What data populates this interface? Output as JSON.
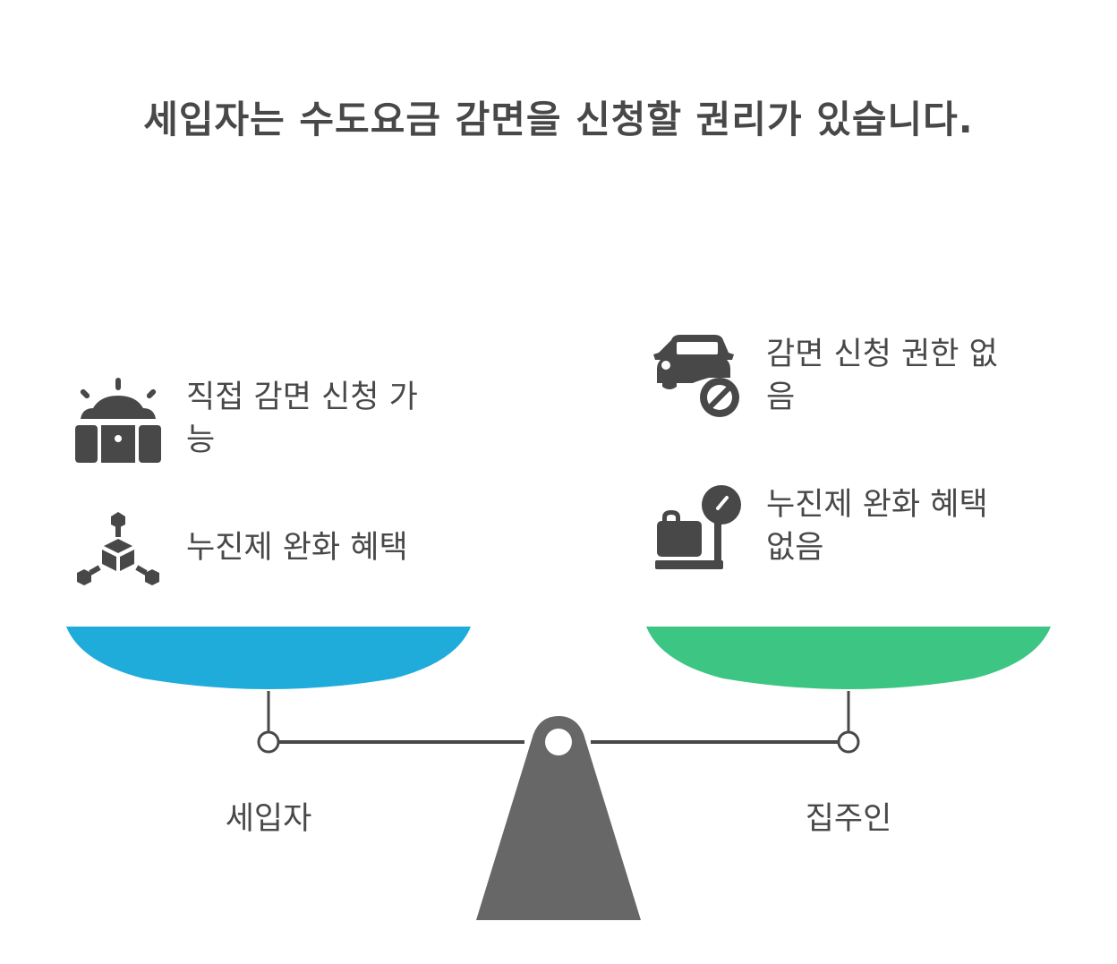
{
  "title": "세입자는 수도요금 감면을 신청할 권리가 있습니다.",
  "colors": {
    "left_pan": "#20ACDA",
    "right_pan": "#3DC683",
    "fulcrum": "#676767",
    "text": "#484848",
    "beam": "#484848"
  },
  "left_side": {
    "label": "세입자",
    "items": [
      {
        "icon": "treasure-chest-icon",
        "text": "직접 감면 신청 가\n능"
      },
      {
        "icon": "network-cube-icon",
        "text": "누진제 완화 혜택"
      }
    ]
  },
  "right_side": {
    "label": "집주인",
    "items": [
      {
        "icon": "no-car-icon",
        "text": "감면 신청 권한 없\n음"
      },
      {
        "icon": "luggage-scale-icon",
        "text": "누진제 완화 혜택\n없음"
      }
    ]
  }
}
